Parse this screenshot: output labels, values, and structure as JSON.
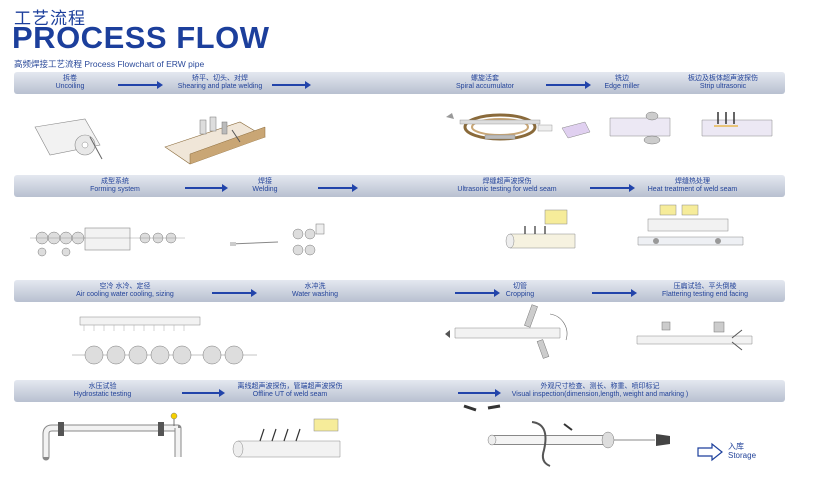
{
  "header": {
    "title_cn": "工艺流程",
    "title_en": "PROCESS FLOW",
    "subtitle": "高频焊接工艺流程 Process Flowchart of ERW pipe"
  },
  "rows": [
    {
      "steps": [
        {
          "cn": "拆卷",
          "en": "Uncoiling"
        },
        {
          "cn": "矫平、切头、对焊",
          "en": "Shearing and plate welding"
        },
        {
          "cn": "螺旋活套",
          "en": "Spiral accumulator"
        },
        {
          "cn": "铣边",
          "en": "Edge miller"
        },
        {
          "cn": "板边及板体超声波探伤",
          "en": "Strip ultrasonic"
        }
      ]
    },
    {
      "steps": [
        {
          "cn": "成型系统",
          "en": "Forming system"
        },
        {
          "cn": "焊接",
          "en": "Welding"
        },
        {
          "cn": "焊缝超声波探伤",
          "en": "Ultrasonic testing for weld seam"
        },
        {
          "cn": "焊缝热处理",
          "en": "Heat treatment of weld seam"
        }
      ]
    },
    {
      "steps": [
        {
          "cn": "空冷 水冷、定径",
          "en": "Air cooling water cooling,  sizing"
        },
        {
          "cn": "水冲洗",
          "en": "Water washing"
        },
        {
          "cn": "切管",
          "en": "Cropping"
        },
        {
          "cn": "压扁试验、平头倒棱",
          "en": "Flattering testing end facing"
        }
      ]
    },
    {
      "steps": [
        {
          "cn": "水压试验",
          "en": "Hydrostatic testing"
        },
        {
          "cn": "离线超声波探伤，管端超声波探伤",
          "en": "Offline UT of weld seam"
        },
        {
          "cn": "外观尺寸检查、测长、称重、喷印标记",
          "en": "Visual inspection(dimension,length, weight and marking )"
        }
      ]
    }
  ],
  "storage": {
    "cn": "入库",
    "en": "Storage"
  },
  "colors": {
    "title": "#1c3f9c",
    "arrow": "#2244aa",
    "band": "#c8cedb"
  }
}
